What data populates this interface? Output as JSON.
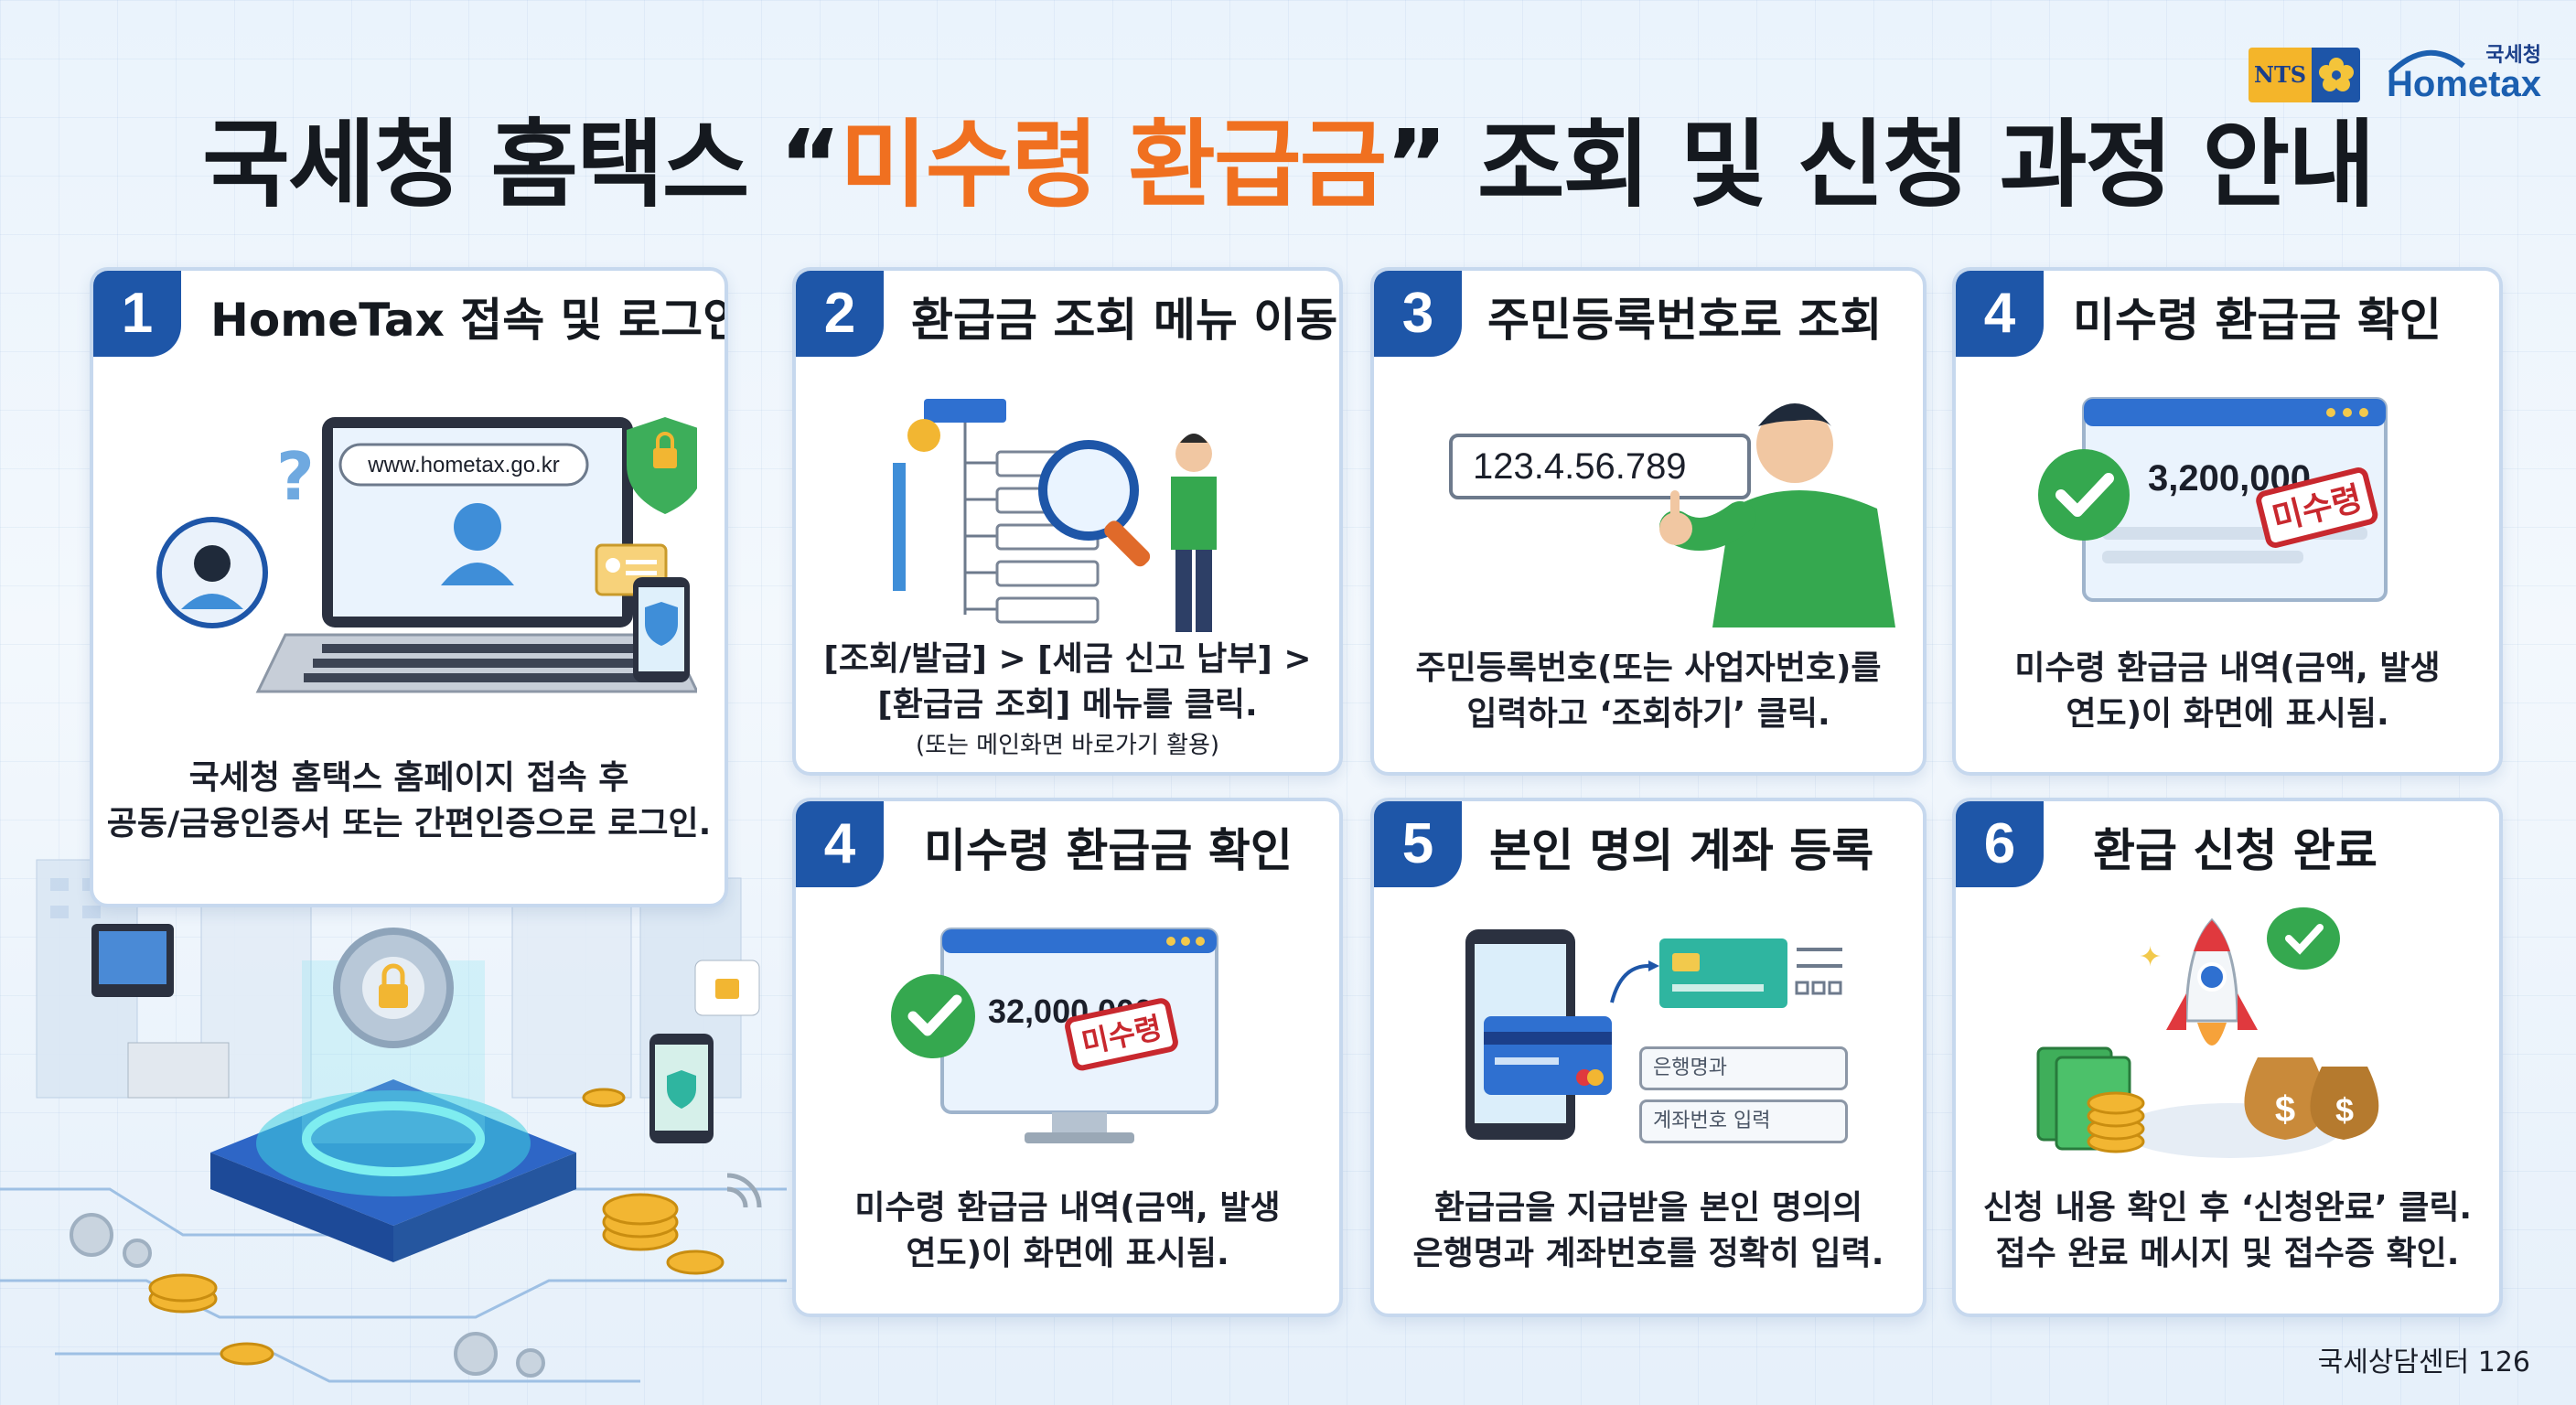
{
  "header": {
    "title_pre": "국세청 홈택스 “",
    "title_highlight": "미수령 환급금",
    "title_post": "” 조회 및 신청 과정 안내",
    "logo_nts": "NTS",
    "logo_hometax_small": "국세청",
    "logo_hometax_big": "Hometax",
    "accent_color": "#f07020",
    "brand_color": "#1e56a8"
  },
  "steps": [
    {
      "number": "1",
      "title": "HomeTax 접속 및 로그인",
      "url": "www.hometax.go.kr",
      "desc_lines": [
        "국세청 홈택스 홈페이지 접속 후",
        "공동/금융인증서 또는 간편인증으로 로그인."
      ],
      "icons": [
        "question-icon",
        "user-avatar-icon",
        "laptop-icon",
        "shield-lock-icon",
        "id-card-icon",
        "phone-shield-icon"
      ]
    },
    {
      "number": "2",
      "title": "환급금 조회 메뉴 이동",
      "desc_lines": [
        "[조회/발급] > [세금 신고 납부] >",
        "[환급금 조회] 메뉴를 클릭."
      ],
      "desc_sub": "(또는 메인화면 바로가기 활용)",
      "icons": [
        "menu-tree-icon",
        "magnifier-icon",
        "person-icon"
      ]
    },
    {
      "number": "3",
      "title": "주민등록번호로 조회",
      "input_value": "123.4.56.789",
      "desc_lines": [
        "주민등록번호(또는 사업자번호)를",
        "입력하고 ‘조회하기’ 클릭."
      ],
      "icons": [
        "person-pointing-icon"
      ]
    },
    {
      "number": "4",
      "title": "미수령 환급금 확인",
      "amount": "3,200,000",
      "stamp": "미수령",
      "desc_lines": [
        "미수령 환급금 내역(금액, 발생",
        "연도)이 화면에 표시됨."
      ],
      "icons": [
        "check-circle-icon",
        "stamp-icon"
      ]
    },
    {
      "number": "4",
      "title": "미수령 환급금 확인",
      "amount": "32,000,000",
      "stamp": "미수령",
      "desc_lines": [
        "미수령 환급금 내역(금액, 발생",
        "연도)이 화면에 표시됨."
      ],
      "icons": [
        "check-circle-icon",
        "monitor-icon",
        "stamp-icon"
      ]
    },
    {
      "number": "5",
      "title": "본인 명의 계좌 등록",
      "field_bank": "은행명과",
      "field_account": "계좌번호 입력",
      "desc_lines": [
        "환급금을 지급받을 본인 명의의",
        "은행명과 계좌번호를 정확히 입력."
      ],
      "icons": [
        "phone-icon",
        "bank-card-icon"
      ]
    },
    {
      "number": "6",
      "title": "환급 신청 완료",
      "desc_lines": [
        "신청 내용 확인 후 ‘신청완료’ 클릭.",
        "접수 완료 메시지 및 접수증 확인."
      ],
      "icons": [
        "rocket-icon",
        "money-bag-icon",
        "cash-icon",
        "check-bubble-icon"
      ]
    }
  ],
  "footer": {
    "text": "국세상담센터 126"
  }
}
